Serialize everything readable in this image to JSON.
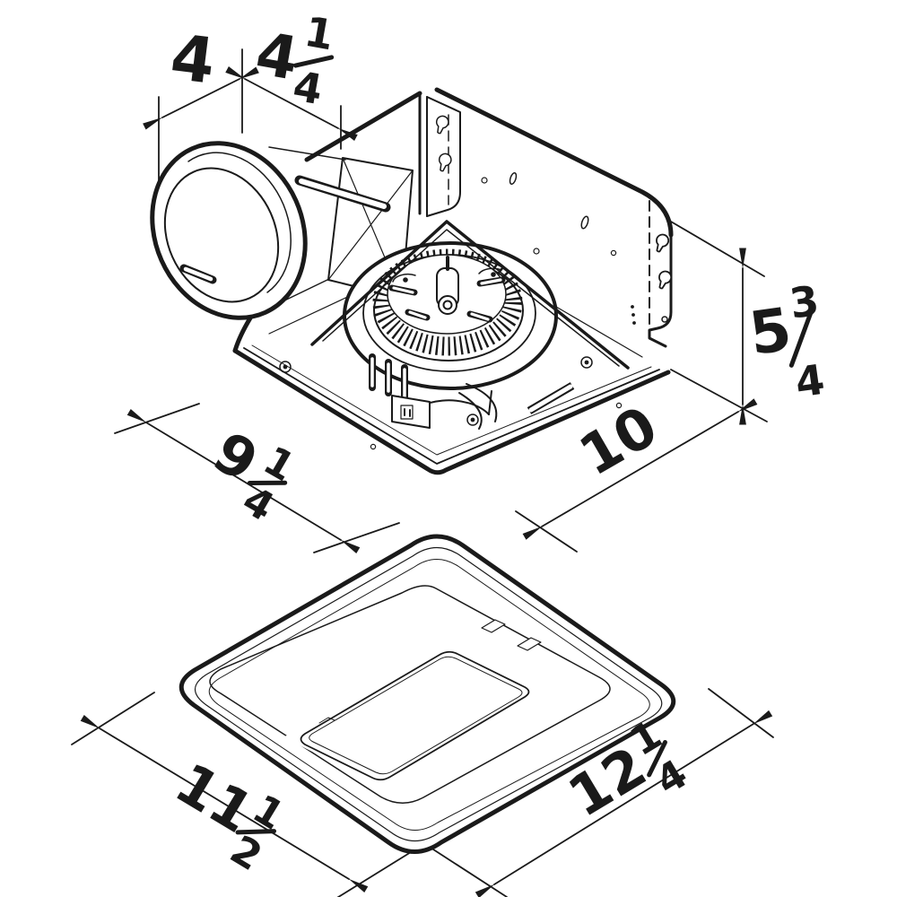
{
  "drawing": {
    "background": "#ffffff",
    "ink": "#1a1a1a",
    "dims": {
      "duct_offset": {
        "display": "4",
        "whole": "4"
      },
      "duct_width": {
        "display": "4 1/4",
        "whole": "4",
        "num": "1",
        "den": "4"
      },
      "housing_height": {
        "display": "5 3/4",
        "whole": "5",
        "num": "3",
        "den": "4"
      },
      "housing_depth": {
        "display": "9 1/4",
        "whole": "9",
        "num": "1",
        "den": "4"
      },
      "housing_width": {
        "display": "10",
        "whole": "10"
      },
      "grille_depth": {
        "display": "11 1/2",
        "whole": "11",
        "num": "1",
        "den": "2"
      },
      "grille_width": {
        "display": "12 1/4",
        "whole": "12",
        "num": "1",
        "den": "4"
      }
    }
  }
}
